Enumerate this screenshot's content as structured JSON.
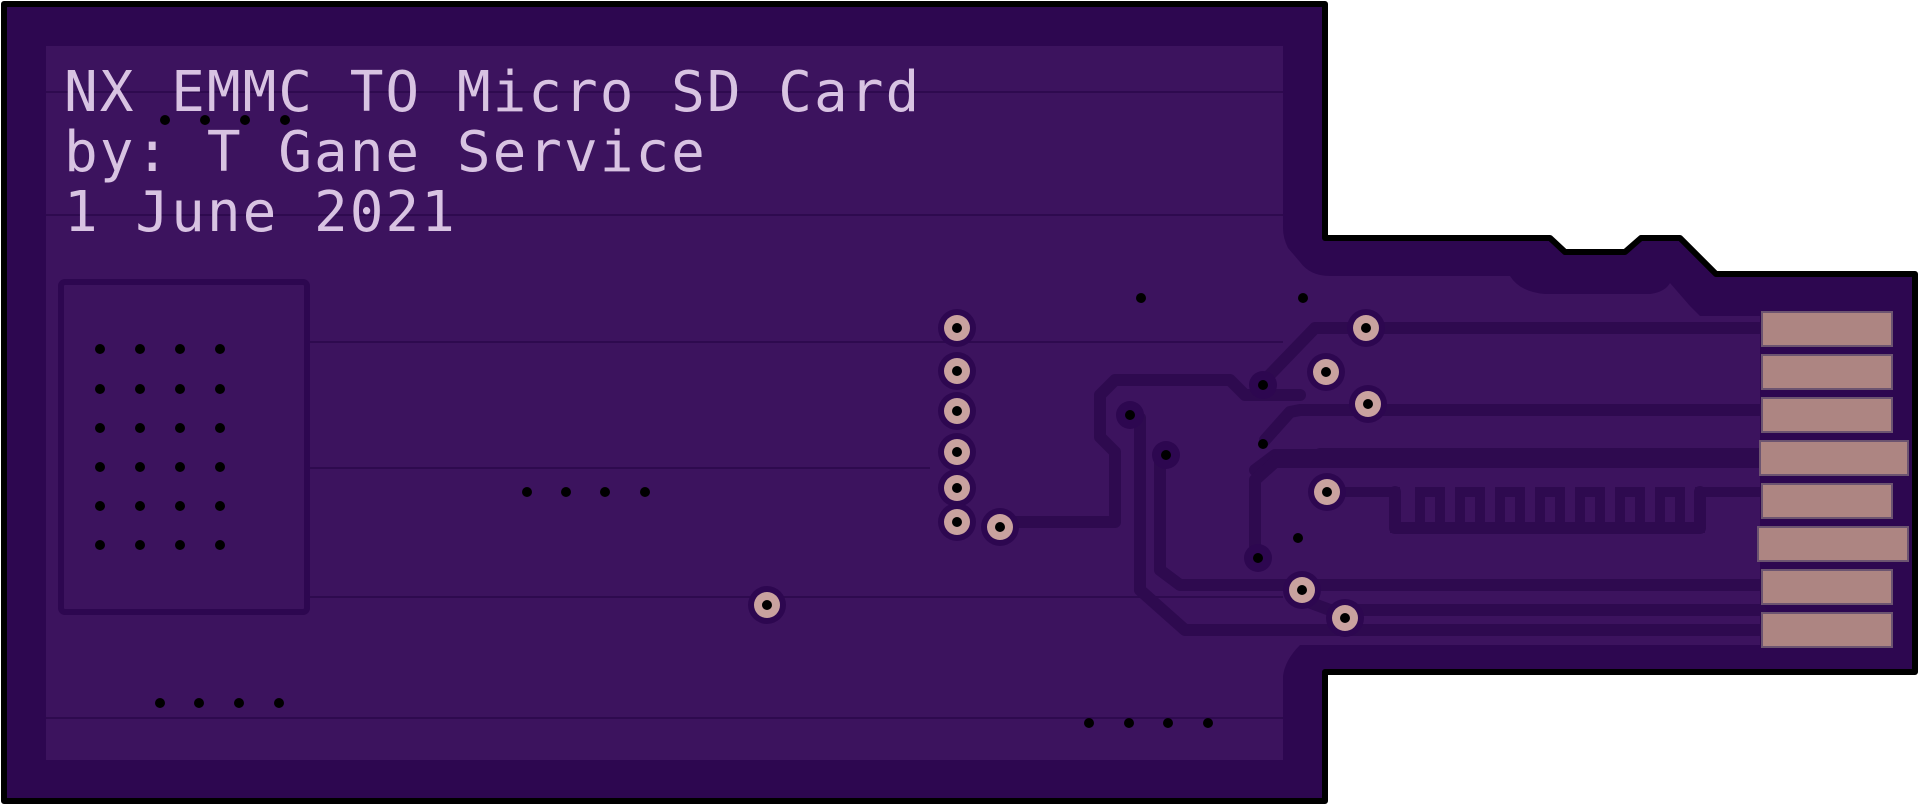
{
  "board": {
    "silkscreen": {
      "line1": "NX EMMC TO Micro SD Card",
      "line2": "by: T Gane Service",
      "line3": "1 June 2021"
    },
    "colors": {
      "outline": "#000000",
      "board_edge": "#2d0750",
      "copper_pour": "#3c135e",
      "trace": "#2e0a4f",
      "silkscreen": "#d8c3e2",
      "pad_copper": "#ad8582",
      "via_ring": "#c9a29f",
      "drill": "#000000"
    },
    "gold_fingers_count": 8
  }
}
